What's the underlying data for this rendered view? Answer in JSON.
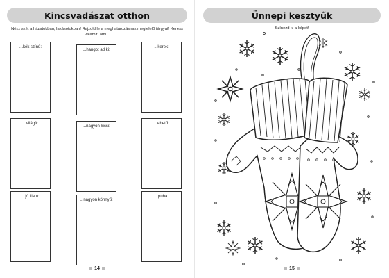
{
  "left_page": {
    "title": "Kincsvadászat otthon",
    "instruction": "Nézz szét a házatokban, lakásotokban! Rajzold le a meghatározásnak megfelelő tárgyat! Keress valamit, ami...",
    "boxes": [
      "...kék színű:",
      "...hangot ad ki:",
      "...kerek:",
      "...világít:",
      "...nagyon kicsi:",
      "...ehető:",
      "...jó illatú:",
      "...nagyon könnyű:",
      "...puha:"
    ],
    "page_number": "14"
  },
  "right_page": {
    "title": "Ünnepi kesztyűk",
    "instruction": "Színezd ki a képet!",
    "page_number": "15",
    "illustration": "mittens-coloring-picture"
  }
}
